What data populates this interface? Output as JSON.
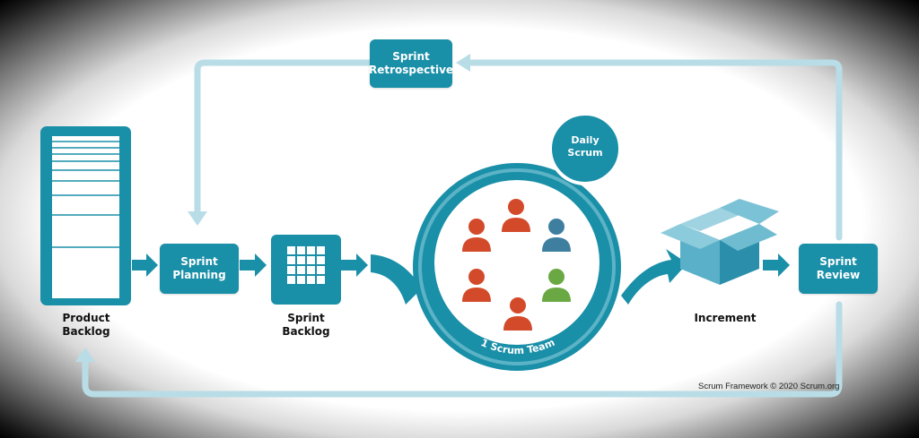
{
  "diagram": {
    "nodes": {
      "product_backlog": "Product\nBacklog",
      "sprint_planning": "Sprint\nPlanning",
      "sprint_backlog": "Sprint\nBacklog",
      "daily_scrum": "Daily\nScrum",
      "team": "1 Scrum Team",
      "increment": "Increment",
      "sprint_review": "Sprint\nReview",
      "sprint_retrospective": "Sprint\nRetrospective"
    },
    "credit": "Scrum Framework © 2020 Scrum.org"
  },
  "colors": {
    "primary": "#1a8fa8",
    "light": "#b8dde6",
    "orange": "#d24a2a",
    "blue": "#3e7fa0",
    "green": "#6aa843"
  }
}
